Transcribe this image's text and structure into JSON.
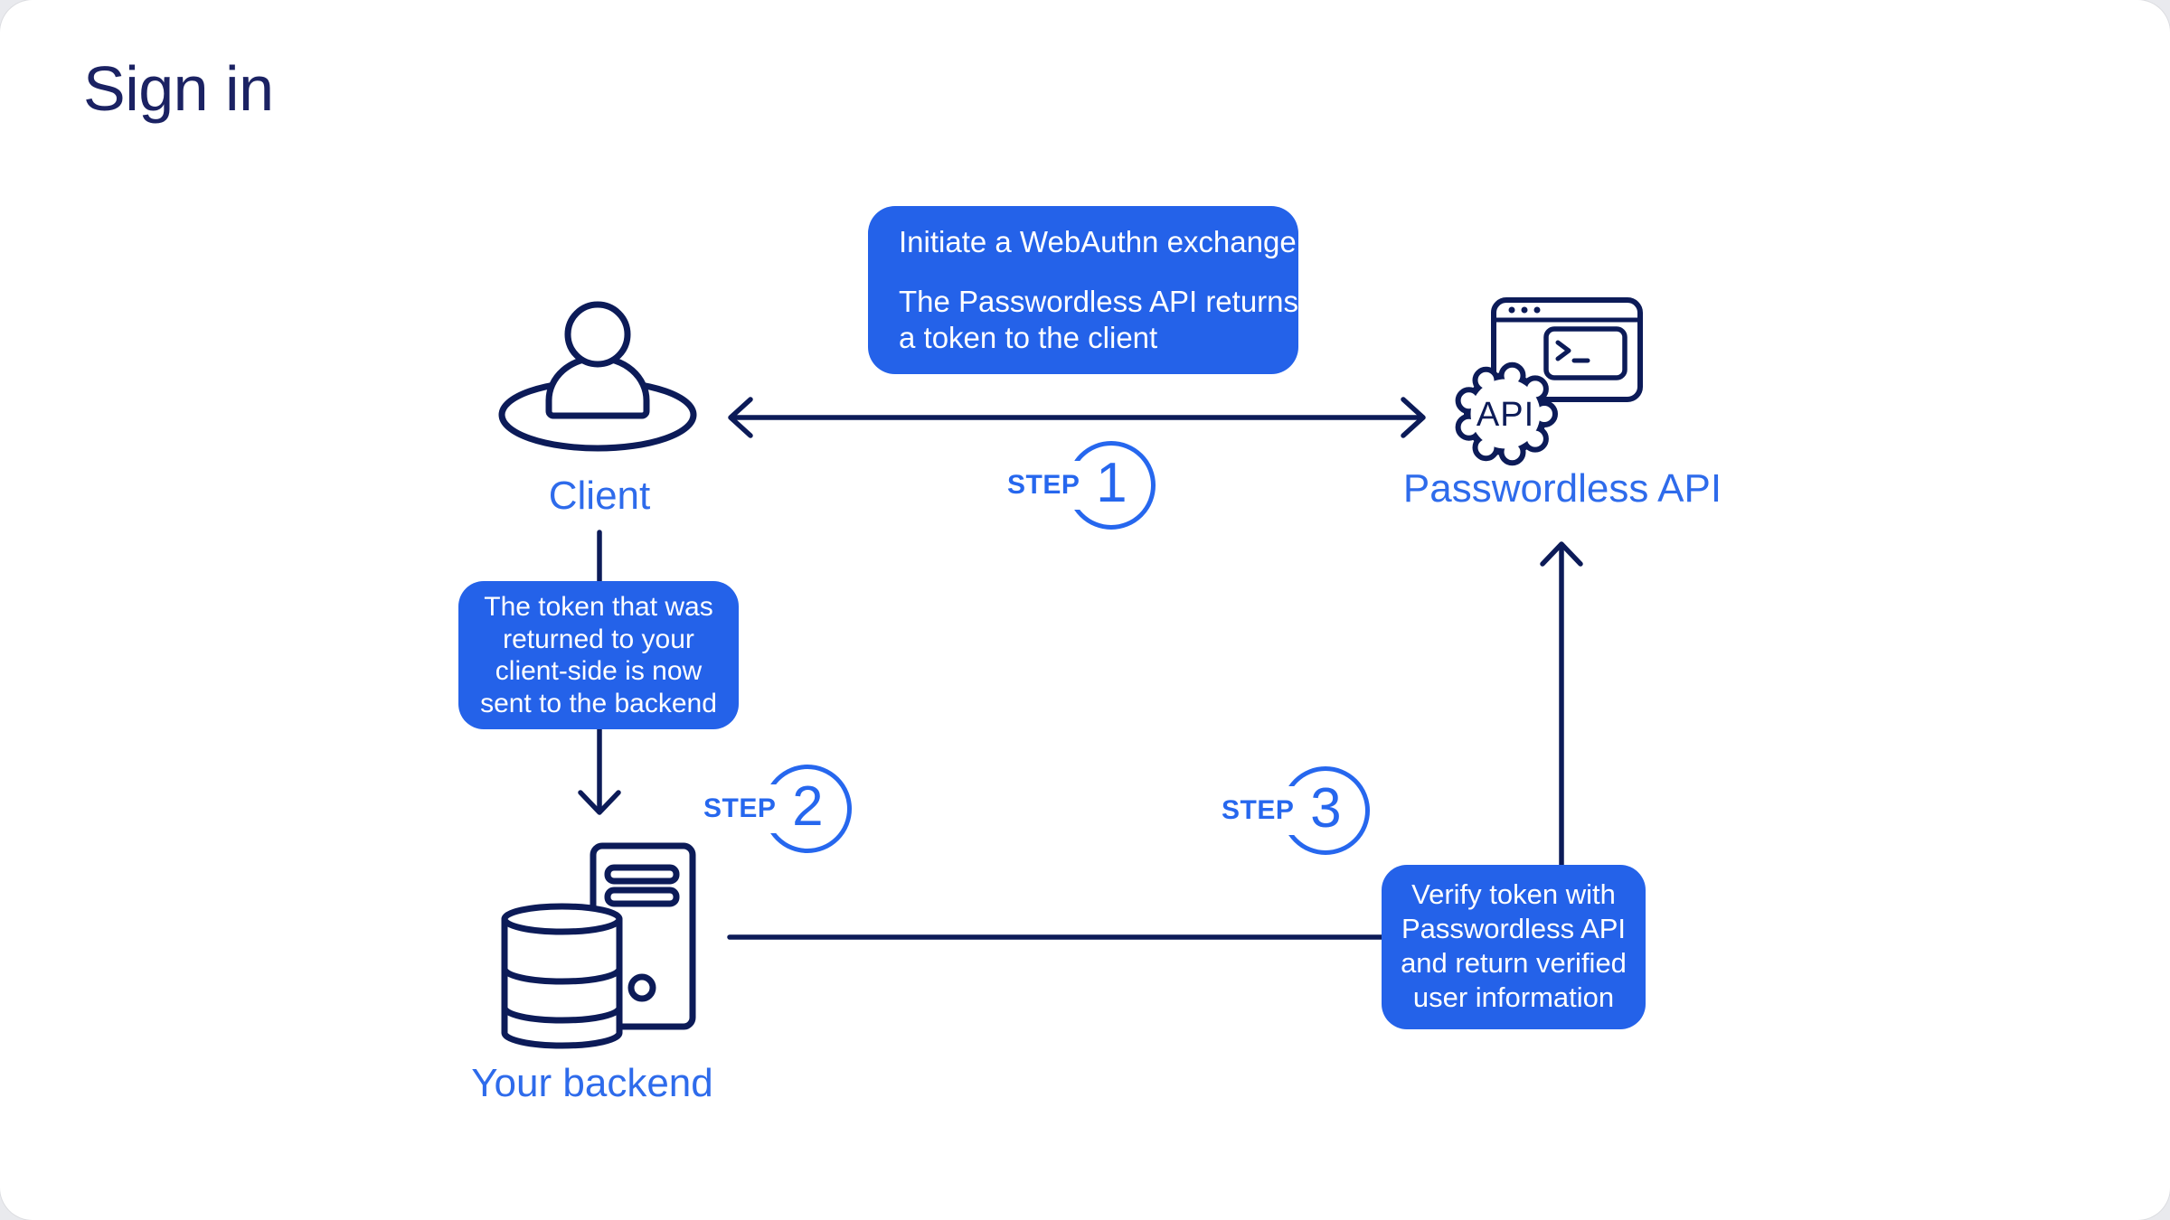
{
  "title": "Sign in",
  "colors": {
    "navy_icon": "#0c1b58",
    "navy_title": "#1b2263",
    "callout_blue": "#2462e9",
    "label_blue": "#2e6beb",
    "step_blue": "#2667ee",
    "background": "#ffffff"
  },
  "nodes": {
    "client": {
      "label": "Client"
    },
    "api": {
      "label": "Passwordless API",
      "gear_text": "API"
    },
    "backend": {
      "label": "Your backend"
    }
  },
  "steps": {
    "step1": {
      "prefix": "STEP",
      "number": "1"
    },
    "step2": {
      "prefix": "STEP",
      "number": "2"
    },
    "step3": {
      "prefix": "STEP",
      "number": "3"
    }
  },
  "callouts": {
    "webauthn": {
      "lines": [
        "Initiate a WebAuthn exchange",
        "The Passwordless API returns",
        "a token to the client"
      ]
    },
    "token": {
      "lines": [
        "The token that was",
        "returned to your",
        "client-side is now",
        "sent to the backend"
      ]
    },
    "verify": {
      "lines": [
        "Verify token with",
        "Passwordless API",
        "and return verified",
        "user information"
      ]
    }
  }
}
